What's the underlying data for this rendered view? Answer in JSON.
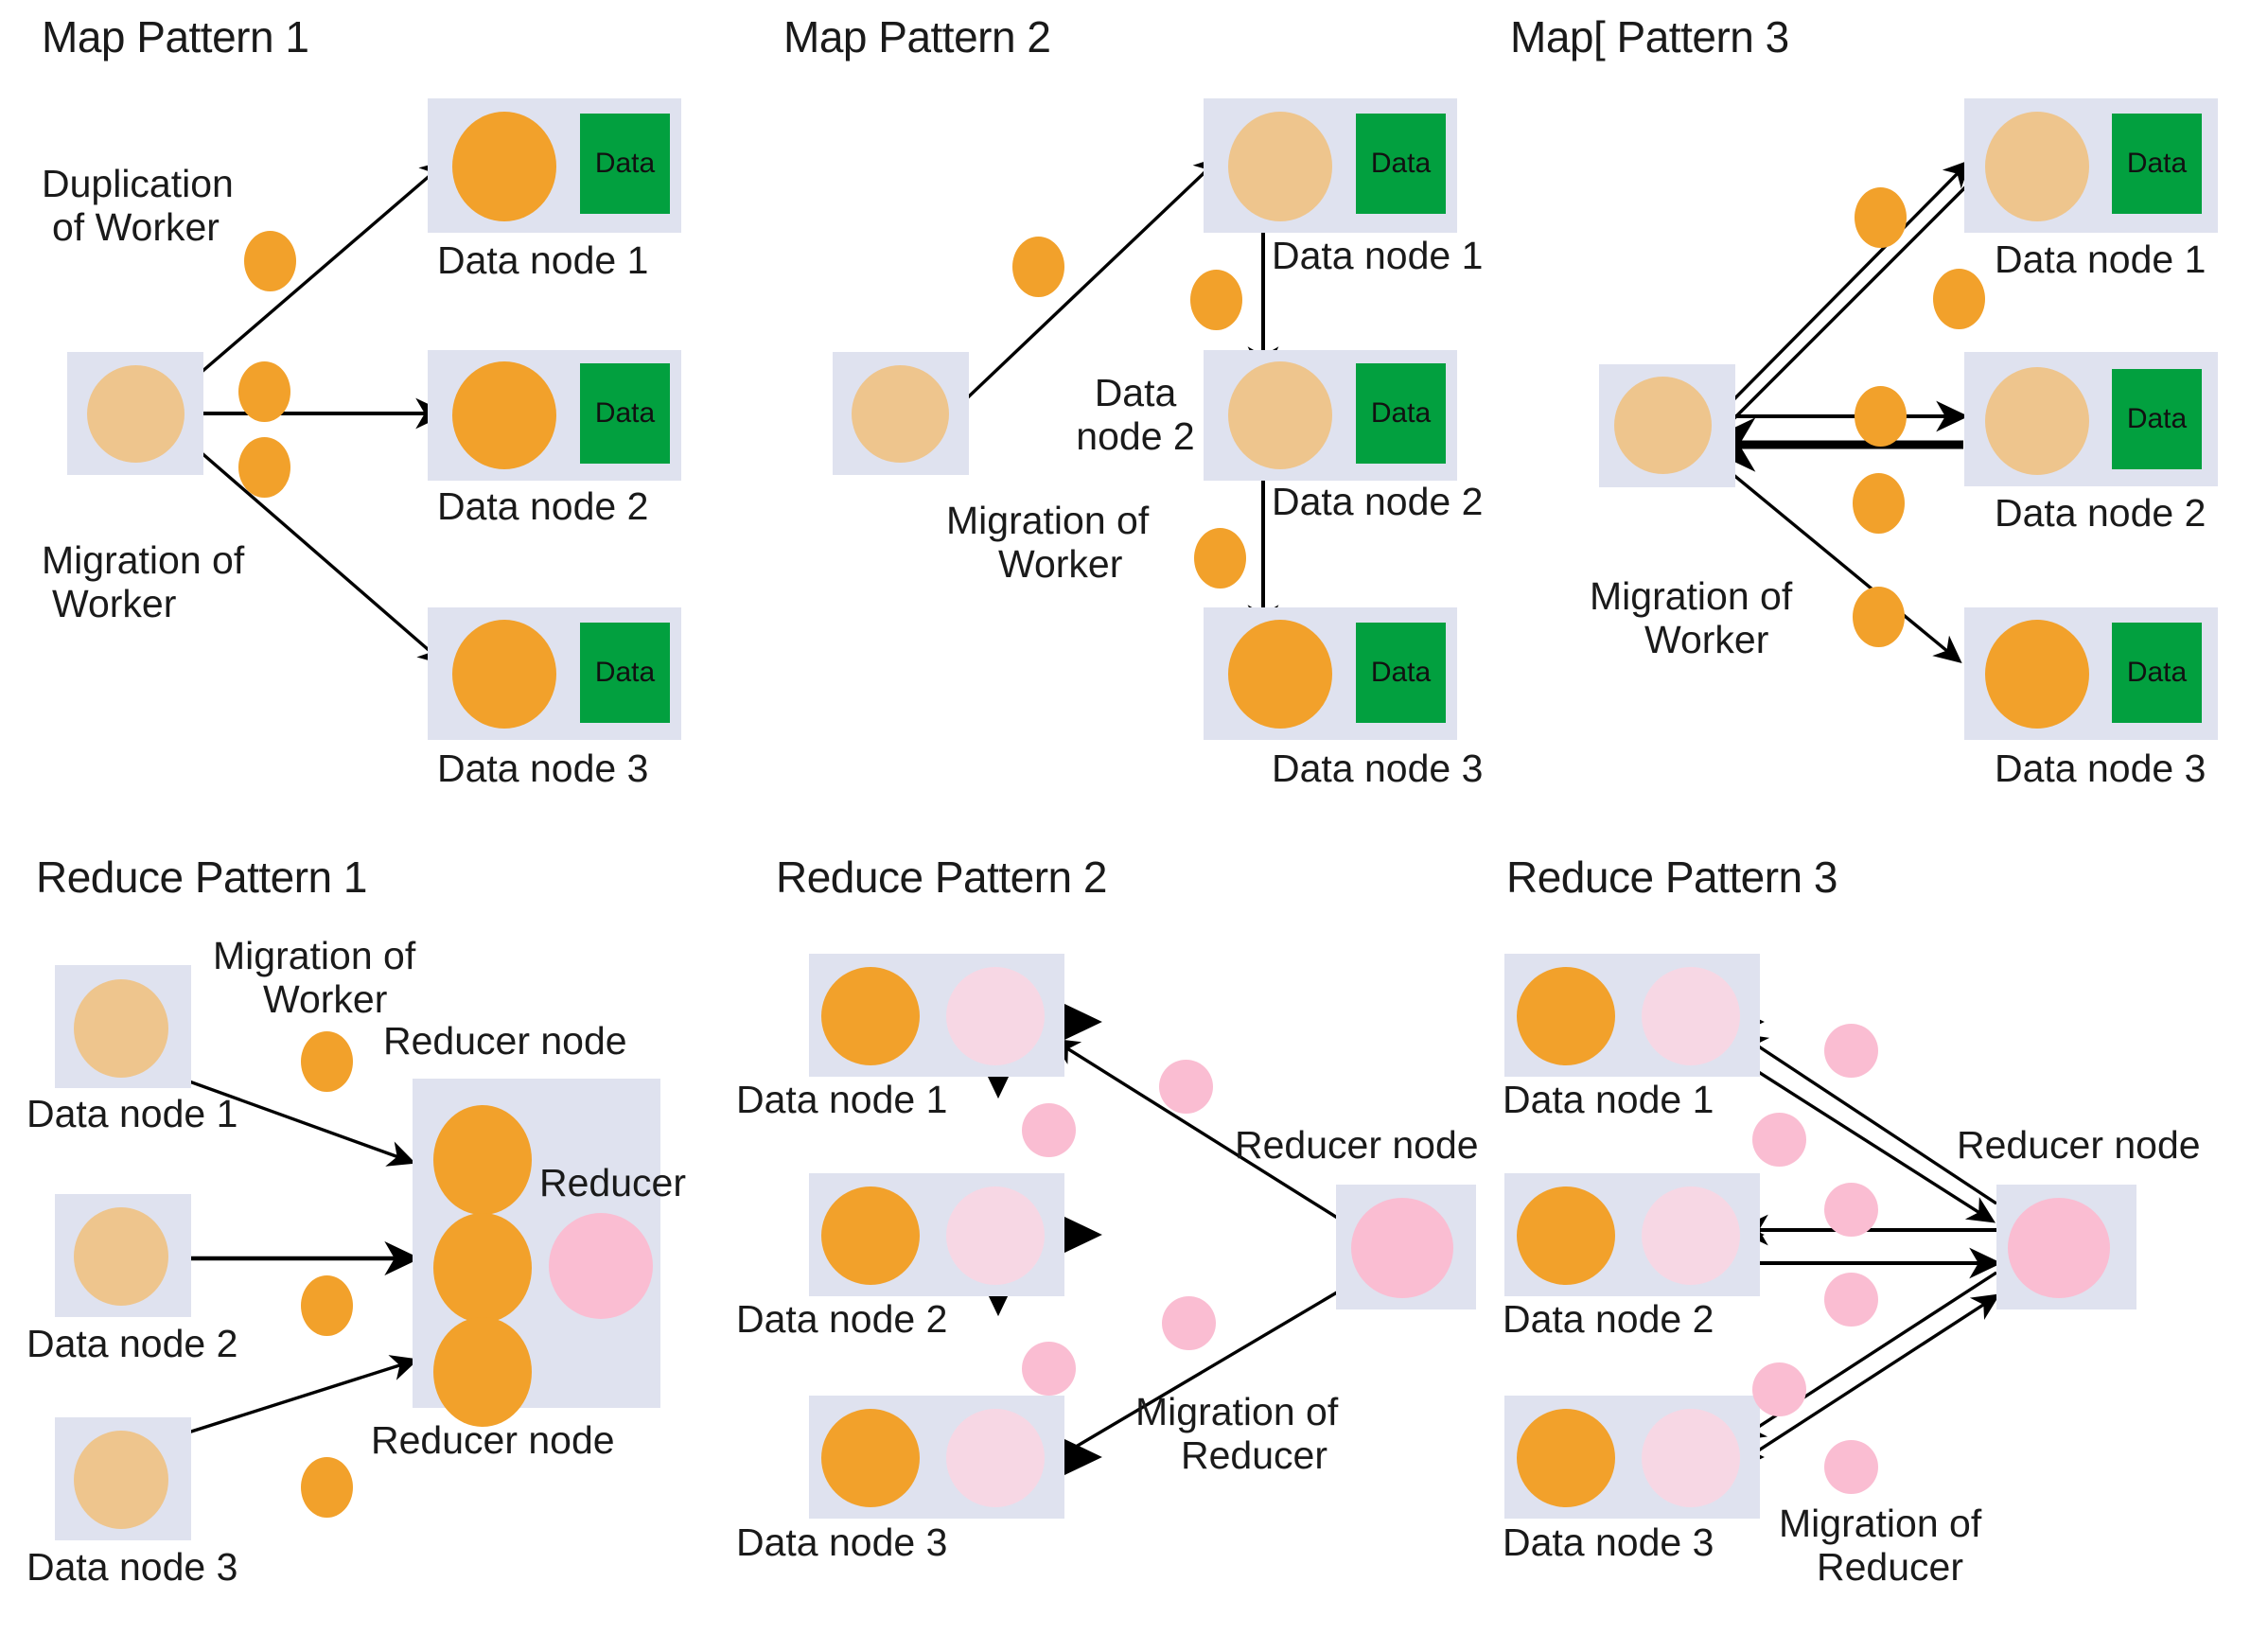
{
  "figure": {
    "type": "diagram",
    "description": "MapReduce worker/reducer migration and duplication patterns",
    "colors": {
      "worker_active": "#f2a12b",
      "worker_idle": "#eec58d",
      "node_background": "#dfe2ef",
      "data_block": "#02a03f",
      "reducer_idle": "#f7d7e4",
      "reducer_active": "#fabdd2"
    }
  },
  "panels": [
    {
      "id": "map1",
      "title": "Map Pattern 1",
      "annotations": [
        "Duplication of Worker",
        "Migration of Worker"
      ],
      "nodes": [
        {
          "label": "Data node 1",
          "data_label": "Data"
        },
        {
          "label": "Data node 2",
          "data_label": "Data"
        },
        {
          "label": "Data node 3",
          "data_label": "Data"
        }
      ]
    },
    {
      "id": "map2",
      "title": "Map Pattern 2",
      "annotations": [
        "Migration of Worker"
      ],
      "nodes": [
        {
          "label": "Data node 1",
          "data_label": "Data"
        },
        {
          "label": "Data node 2",
          "data_label": "Data",
          "side_label": "Data node 2"
        },
        {
          "label": "Data node 3",
          "data_label": "Data"
        }
      ]
    },
    {
      "id": "map3",
      "title": "Map[ Pattern 3",
      "annotations": [
        "Migration of Worker"
      ],
      "nodes": [
        {
          "label": "Data node 1",
          "data_label": "Data"
        },
        {
          "label": "Data node 2",
          "data_label": "Data"
        },
        {
          "label": "Data node 3",
          "data_label": "Data"
        }
      ]
    },
    {
      "id": "reduce1",
      "title": "Reduce Pattern 1",
      "annotations": [
        "Migration of Worker",
        "Reducer node",
        "Reducer",
        "Reducer node"
      ],
      "nodes": [
        {
          "label": "Data node 1"
        },
        {
          "label": "Data node 2"
        },
        {
          "label": "Data node 3"
        }
      ]
    },
    {
      "id": "reduce2",
      "title": "Reduce Pattern 2",
      "annotations": [
        "Reducer node",
        "Migration of Reducer"
      ],
      "nodes": [
        {
          "label": "Data node 1"
        },
        {
          "label": "Data node 2"
        },
        {
          "label": "Data node 3"
        }
      ]
    },
    {
      "id": "reduce3",
      "title": "Reduce Pattern 3",
      "annotations": [
        "Reducer node",
        "Migration of Reducer"
      ],
      "nodes": [
        {
          "label": "Data node 1"
        },
        {
          "label": "Data node 2"
        },
        {
          "label": "Data node 3"
        }
      ]
    }
  ],
  "text": {
    "map1": {
      "title": "Map Pattern 1",
      "duplication": "Duplication\nof Worker",
      "duplication_l1": "Duplication",
      "duplication_l2": "of Worker",
      "migration_l1": "Migration of",
      "migration_l2": "Worker",
      "n1": "Data node 1",
      "n2": "Data node 2",
      "n3": "Data node 3",
      "data": "Data"
    },
    "map2": {
      "title": "Map Pattern 2",
      "migration_l1": "Migration of",
      "migration_l2": "Worker",
      "n1": "Data node 1",
      "n2mid_l1": "Data",
      "n2mid_l2": "node 2",
      "n2": "Data node 2",
      "n3": "Data node 3",
      "data": "Data"
    },
    "map3": {
      "title": "Map[ Pattern 3",
      "migration_l1": "Migration of",
      "migration_l2": "Worker",
      "n1": "Data node 1",
      "n2": "Data node 2",
      "n3": "Data node 3",
      "data": "Data"
    },
    "reduce1": {
      "title": "Reduce Pattern 1",
      "migration_l1": "Migration of",
      "migration_l2": "Worker",
      "reducer_node_top": "Reducer node",
      "reducer": "Reducer",
      "reducer_node_bottom": "Reducer node",
      "n1": "Data node 1",
      "n2": "Data node 2",
      "n3": "Data node 3"
    },
    "reduce2": {
      "title": "Reduce Pattern 2",
      "reducer_node": "Reducer node",
      "migration_l1": "Migration of",
      "migration_l2": "Reducer",
      "n1": "Data node 1",
      "n2": "Data node 2",
      "n3": "Data node 3"
    },
    "reduce3": {
      "title": "Reduce Pattern 3",
      "reducer_node": "Reducer node",
      "migration_l1": "Migration of",
      "migration_l2": "Reducer",
      "n1": "Data node 1",
      "n2": "Data node 2",
      "n3": "Data node 3"
    }
  }
}
